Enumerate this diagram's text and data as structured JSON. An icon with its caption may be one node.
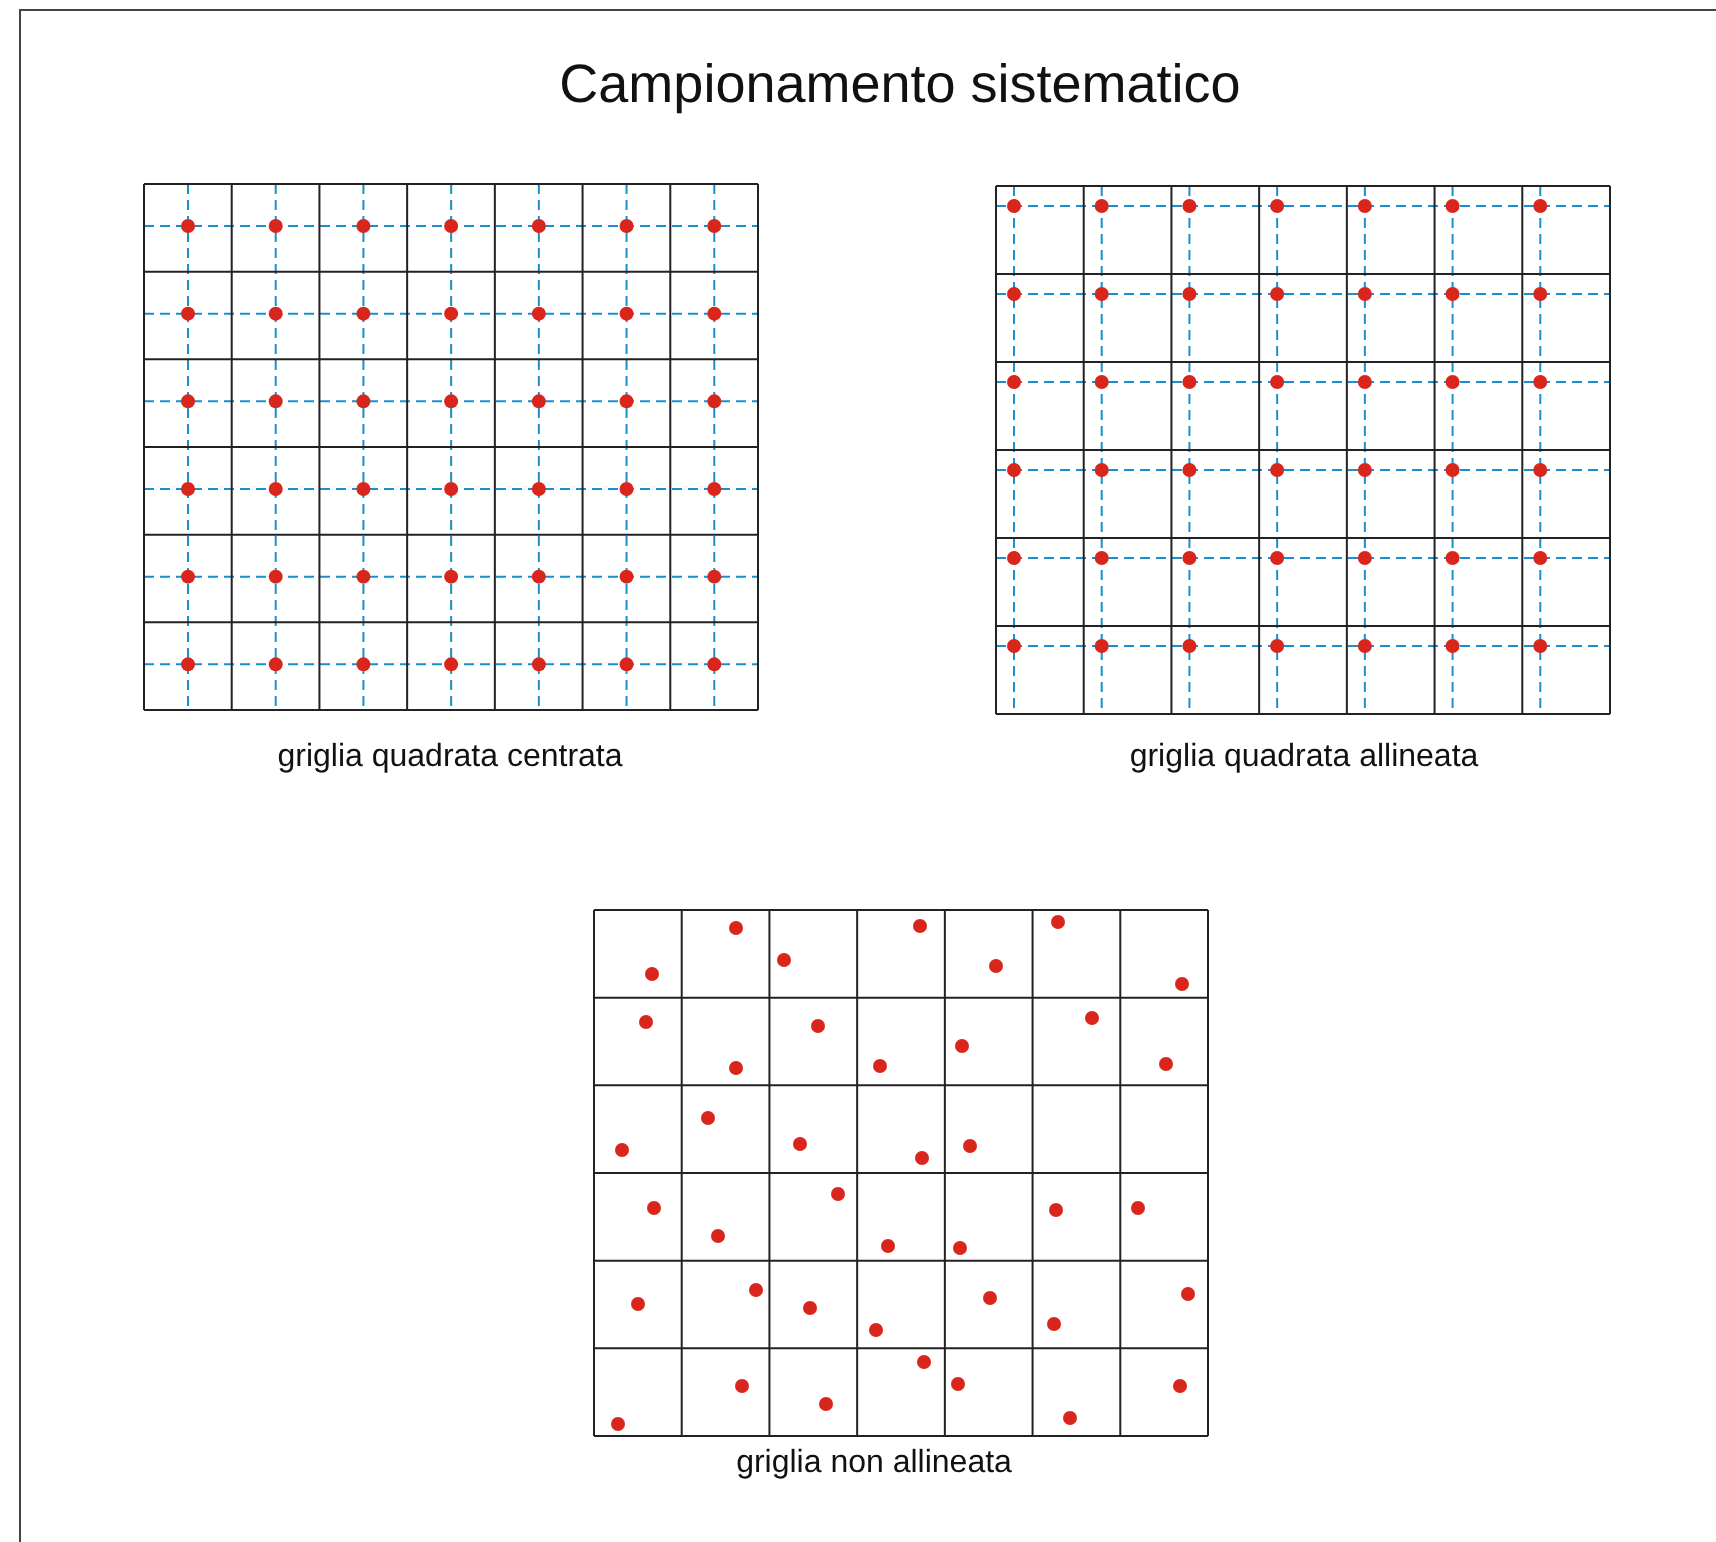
{
  "diagram": {
    "title": "Campionamento sistematico",
    "labels": [
      "griglia quadrata centrata",
      "griglia quadrata allineata",
      "griglia non allineata"
    ]
  }
}
